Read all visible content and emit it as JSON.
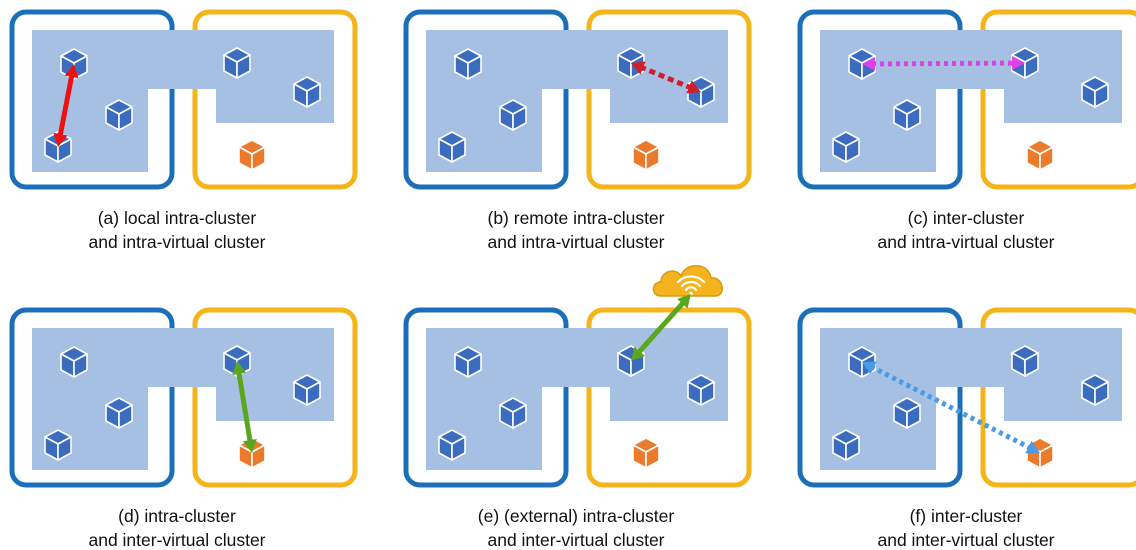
{
  "colors": {
    "cluster_a": "#1b6fb8",
    "cluster_b": "#f4b41a",
    "virtual_cluster": "#a6c0e3",
    "node": "#3c6cc0",
    "external_node": "#ec7a2c",
    "cloud": "#f5b320",
    "arrow_local": "#ee1111",
    "arrow_remote": "#d01f2c",
    "arrow_inter_cluster": "#e040e8",
    "arrow_inter_virtual": "#5aa61e",
    "arrow_inter_both": "#4a9ae8"
  },
  "panels": [
    {
      "id": "a",
      "caption_line1": "(a) local intra-cluster",
      "caption_line2": "and intra-virtual cluster",
      "arrow_style": "solid",
      "arrow_color_key": "arrow_local"
    },
    {
      "id": "b",
      "caption_line1": "(b) remote intra-cluster",
      "caption_line2": "and intra-virtual cluster",
      "arrow_style": "dashed",
      "arrow_color_key": "arrow_remote"
    },
    {
      "id": "c",
      "caption_line1": "(c) inter-cluster",
      "caption_line2": "and intra-virtual cluster",
      "arrow_style": "dotted",
      "arrow_color_key": "arrow_inter_cluster"
    },
    {
      "id": "d",
      "caption_line1": "(d) intra-cluster",
      "caption_line2": "and inter-virtual cluster",
      "arrow_style": "solid",
      "arrow_color_key": "arrow_inter_virtual"
    },
    {
      "id": "e",
      "caption_line1": "(e) (external) intra-cluster",
      "caption_line2": "and inter-virtual cluster",
      "arrow_style": "solid",
      "arrow_color_key": "arrow_inter_virtual"
    },
    {
      "id": "f",
      "caption_line1": "(f) inter-cluster",
      "caption_line2": "and inter-virtual cluster",
      "arrow_style": "dotted",
      "arrow_color_key": "arrow_inter_both"
    }
  ]
}
